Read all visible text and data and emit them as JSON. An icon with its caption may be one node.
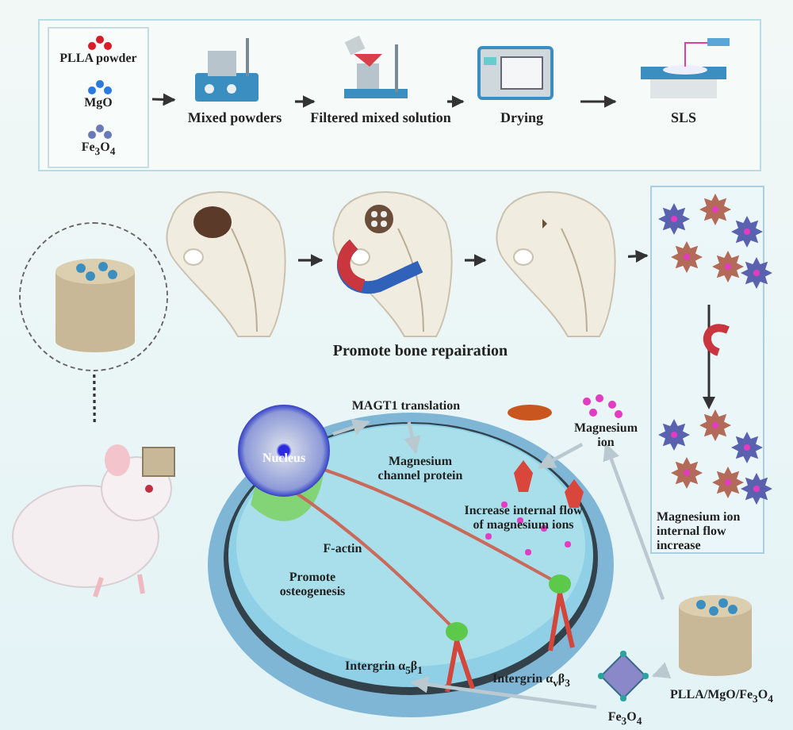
{
  "diagram": {
    "nodes": [
      {
        "text": [
          "PLLA powder",
          "MgO",
          "Fe$_{3}$O$_{4}$"
        ]
      },
      {
        "text": [
          "Mixed powders"
        ]
      },
      {
        "text": [
          "Filtered mixed solution"
        ]
      },
      {
        "text": [
          "Drying"
        ]
      },
      {
        "text": [
          "SLS"
        ]
      },
      {
        "text": [],
        "shape": "picture"
      },
      {
        "text": [],
        "shape": "picture"
      },
      {
        "text": [],
        "shape": "picture"
      },
      {
        "text": [
          "Magnesium ion internal flow increase"
        ]
      },
      {
        "text": [],
        "shape": "circle"
      },
      {
        "text": [],
        "shape": "picture"
      },
      {
        "text": [
          "Nucleus"
        ]
      },
      {
        "text": [
          "MAGT1 translation"
        ]
      },
      {
        "text": [
          "Magnesium channel protein"
        ]
      },
      {
        "text": [
          "Magnesium ion"
        ]
      },
      {
        "text": [
          "PLLA/MgO/Fe$_{3}$O$_{4}$"
        ]
      },
      {
        "text": [
          "Fe$_{3}$O$_{4}$"
        ]
      },
      {
        "text": [
          "Intergrin α$_{5}$β$_{1}$"
        ]
      },
      {
        "text": [],
        "shape": "picture"
      }
    ],
    "edges": [
      {
        "from": 0,
        "to": 1,
        "arrow": "to"
      },
      {
        "from": 1,
        "to": 2,
        "arrow": "to"
      },
      {
        "from": 2,
        "to": 3,
        "arrow": "to"
      },
      {
        "from": 3,
        "to": 4,
        "arrow": "to"
      },
      {
        "from": 5,
        "to": 6,
        "arrow": "to"
      },
      {
        "from": 6,
        "to": 7,
        "arrow": "to"
      },
      {
        "from": 7,
        "to": 8,
        "arrow": "to"
      },
      {
        "from": 9,
        "to": 10,
        "arrow": "none",
        "style": "dashed"
      },
      {
        "from": 11,
        "to": 12,
        "arrow": "to",
        "color": "#b9c9cf"
      },
      {
        "from": 12,
        "to": 13,
        "arrow": "to",
        "color": "#b9c9cf"
      },
      {
        "from": 14,
        "to": 18,
        "arrow": "to",
        "color": "#b9c9cf"
      },
      {
        "from": 15,
        "to": 14,
        "arrow": "to",
        "color": "#b9c9cf"
      },
      {
        "from": 15,
        "to": 16,
        "arrow": "to",
        "color": "#b9c9cf"
      },
      {
        "from": 16,
        "to": 17,
        "arrow": "to",
        "color": "#b9c9cf"
      }
    ],
    "labels": [
      "Promote bone repairation",
      "Increase internal flow of magnesium ions",
      "F-actin",
      "Promote osteogenesis",
      "Intergrin α$_{v}$β$_{3}$"
    ]
  }
}
